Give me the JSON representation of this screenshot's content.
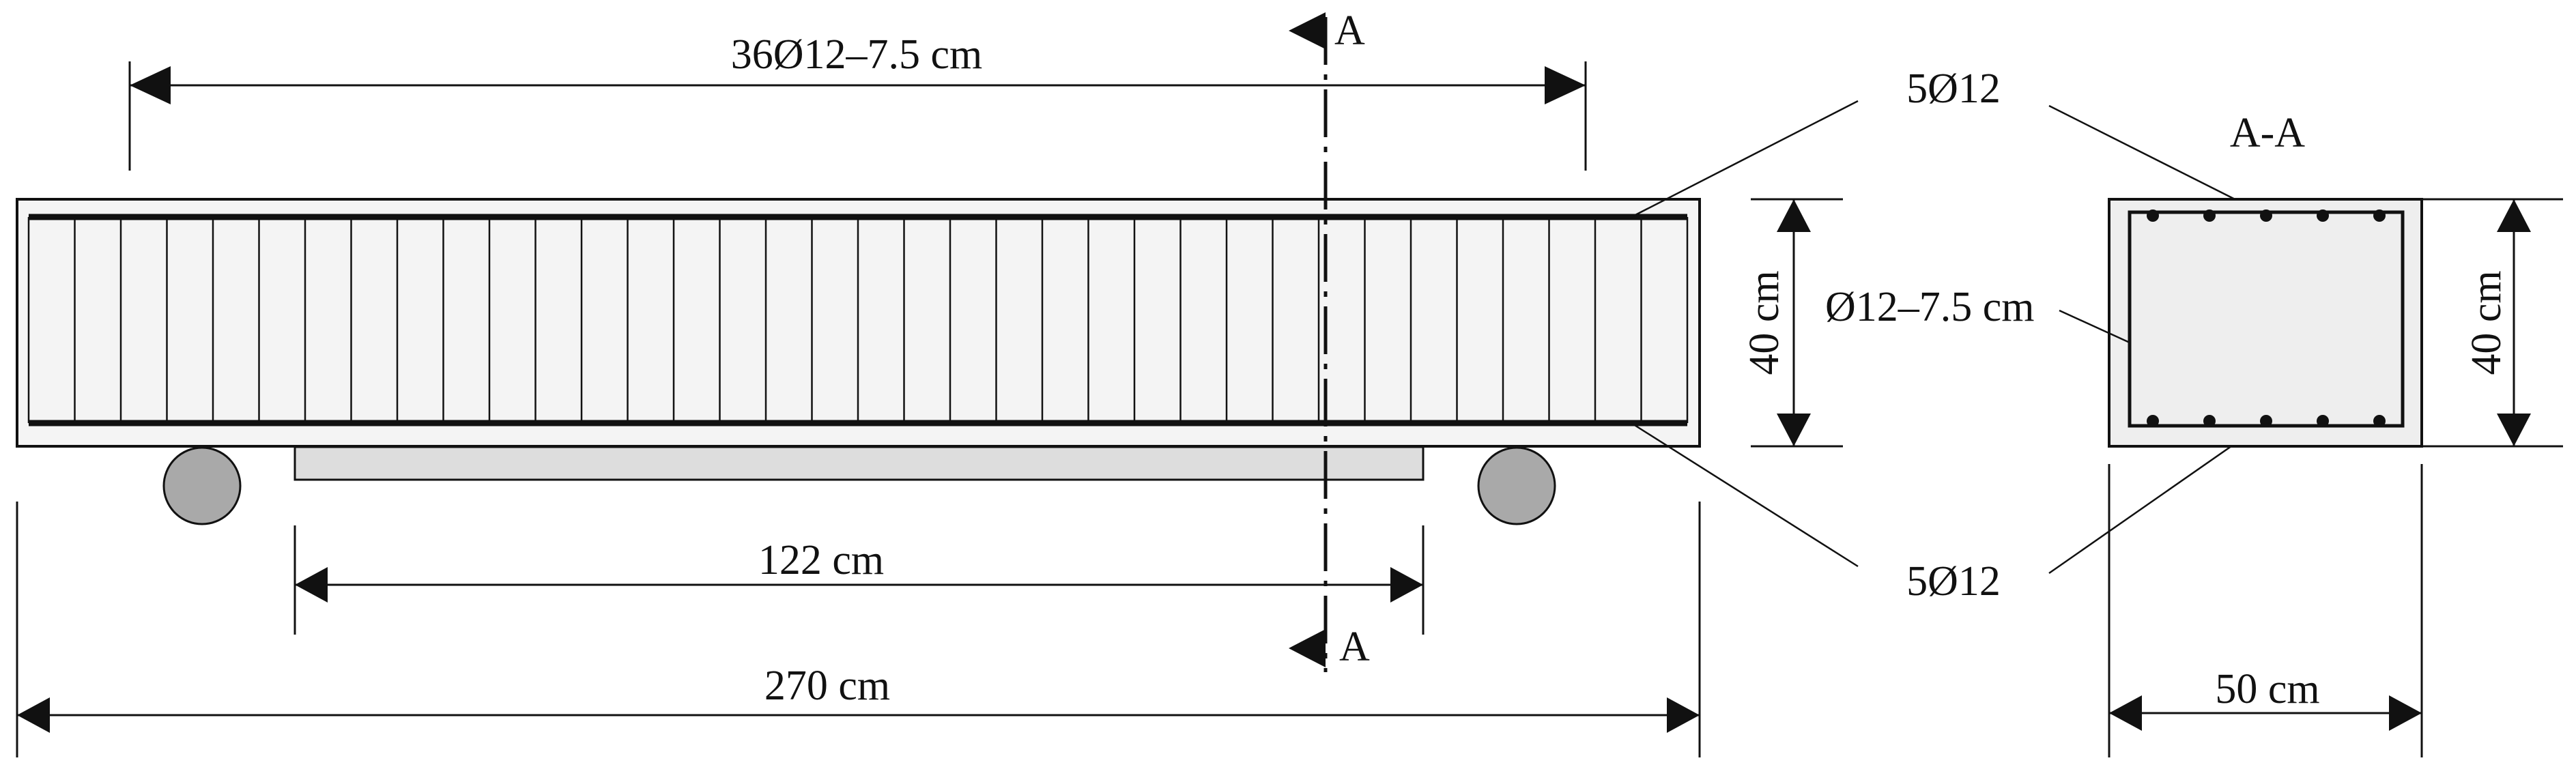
{
  "labels": {
    "stirrup_count_label": "36Ø12–7.5 cm",
    "section_marker_top": "A",
    "section_marker_bottom": "A",
    "top_bars_label": "5Ø12",
    "bottom_bars_label": "5Ø12",
    "section_title": "A-A",
    "stirrup_section_label": "Ø12–7.5 cm",
    "height_left": "40 cm",
    "height_right": "40 cm",
    "load_span": "122 cm",
    "total_length": "270 cm",
    "section_width": "50 cm"
  },
  "beam": {
    "stirrup_count": 36,
    "bars_per_layer": 5
  },
  "colors": {
    "line": "#111111",
    "beam_fill": "#f4f4f4",
    "section_fill": "#eeeeee",
    "plate_fill": "#dddddd",
    "support_fill": "#a9a9a9"
  }
}
